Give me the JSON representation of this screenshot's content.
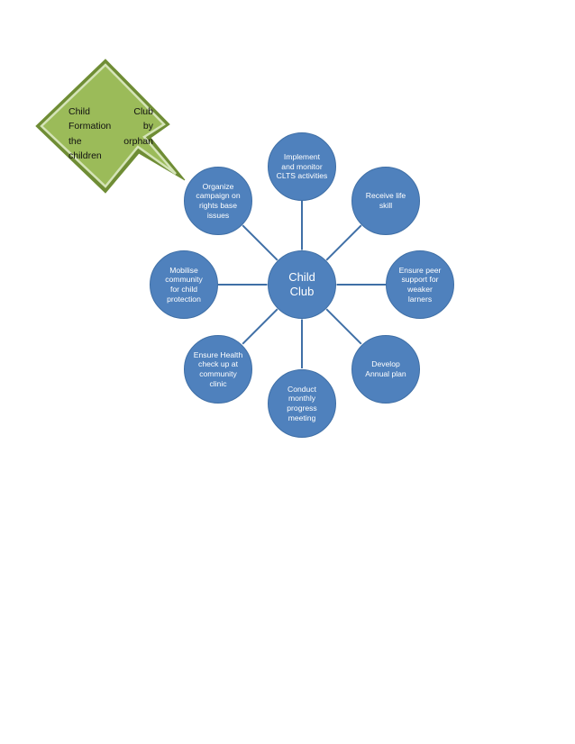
{
  "diagram": {
    "center": {
      "label": "Child\nClub"
    },
    "satellites": [
      {
        "id": "implement-monitor-clts",
        "label": "Implement\nand monitor\nCLTS activities"
      },
      {
        "id": "receive-life-skill",
        "label": "Receive life\nskill"
      },
      {
        "id": "ensure-peer-support",
        "label": "Ensure peer\nsupport for\nweaker\nlarners"
      },
      {
        "id": "develop-annual-plan",
        "label": "Develop\nAnnual plan"
      },
      {
        "id": "conduct-monthly-meeting",
        "label": "Conduct\nmonthly\nprogress\nmeeting"
      },
      {
        "id": "ensure-health-checkup",
        "label": "Ensure Health\ncheck up at\ncommunity\nclinic"
      },
      {
        "id": "mobilise-community",
        "label": "Mobilise\ncommunity\nfor child\nprotection"
      },
      {
        "id": "organize-campaign",
        "label": "Organize\ncampaign on\nrights  base\nissues"
      }
    ],
    "callout": {
      "lines": [
        "Child Club",
        "Formation by",
        "the orphan",
        "children"
      ]
    },
    "colors": {
      "node_fill": "#4f81bd",
      "node_border": "#3f6fa6",
      "connector": "#3f6fa6",
      "callout_fill": "#9bbb59",
      "callout_border": "#d5e4b8",
      "callout_outline": "#6f8d35"
    }
  }
}
